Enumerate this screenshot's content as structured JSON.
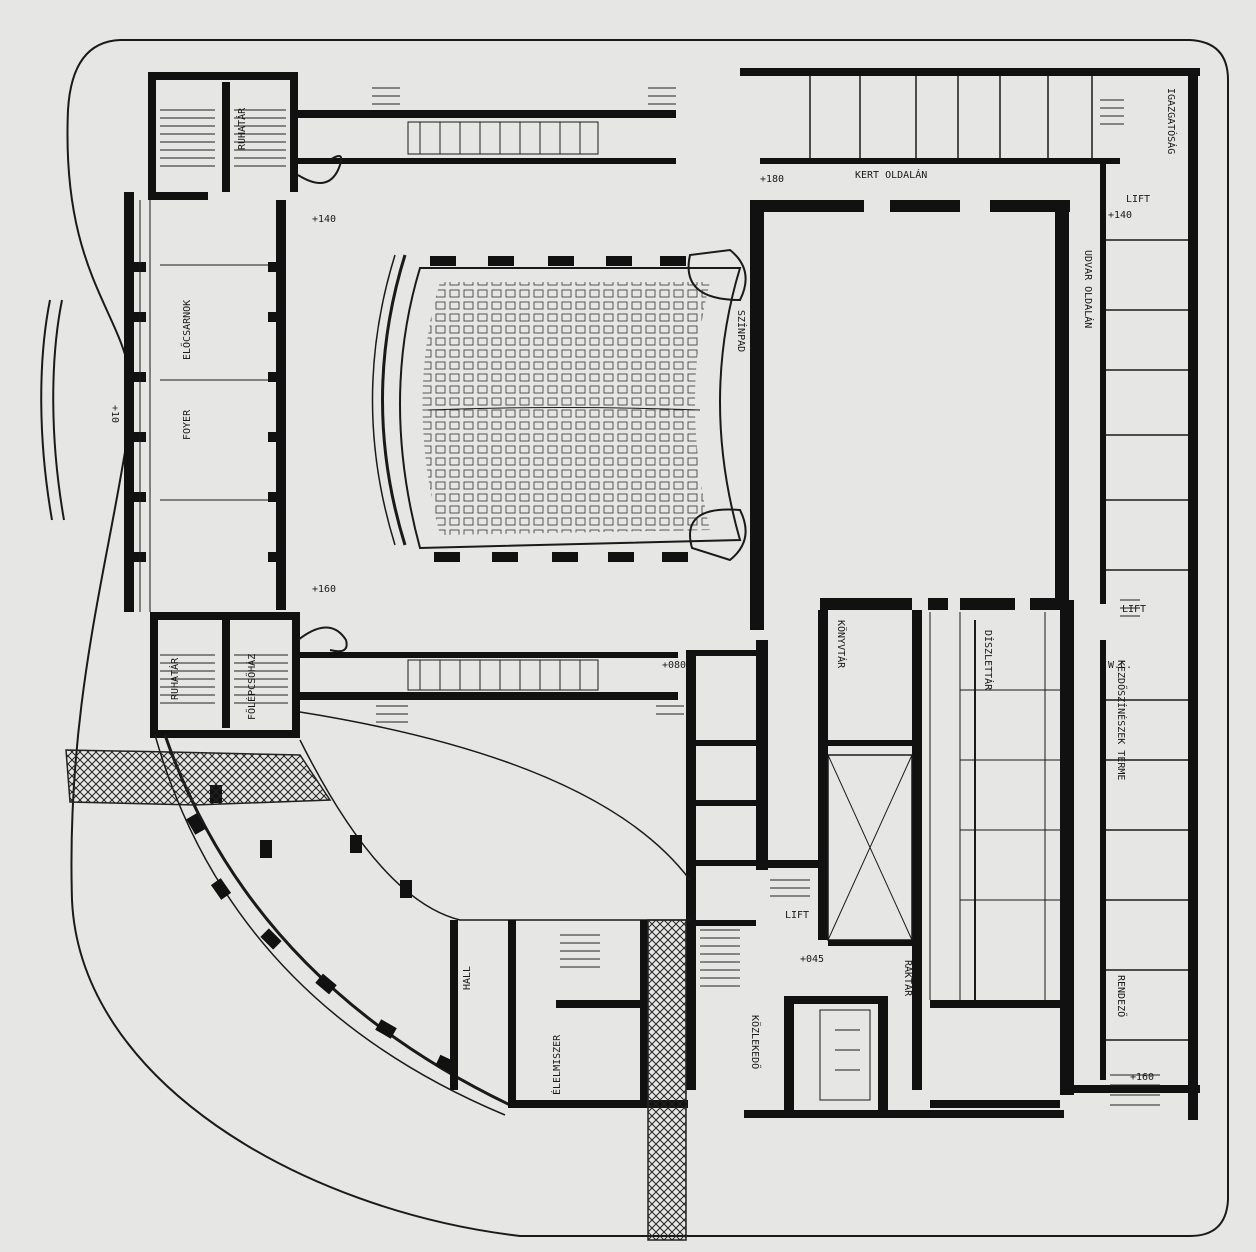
{
  "plan": {
    "room_labels": [
      {
        "id": "wing-south-corridor",
        "text": "KERT OLDALÁN",
        "rot": 0
      },
      {
        "id": "wing-east-corridor",
        "text": "UDVAR OLDALÁN",
        "rot": 90
      },
      {
        "id": "room-nw-1",
        "text": "RUHATÁR",
        "rot": -90
      },
      {
        "id": "room-nw-2",
        "text": "ELŐCSARNOK",
        "rot": -90
      },
      {
        "id": "room-nw-3",
        "text": "FOYER",
        "rot": -90
      },
      {
        "id": "room-sw-1",
        "text": "RUHATÁR",
        "rot": -90
      },
      {
        "id": "room-sw-2",
        "text": "FŐLÉPCSŐHÁZ",
        "rot": -90
      },
      {
        "id": "stage-label",
        "text": "SZÍNPAD",
        "rot": 90
      },
      {
        "id": "room-stage-1",
        "text": "KÖNYVTÁR",
        "rot": 90
      },
      {
        "id": "room-stage-2",
        "text": "DÍSZLETTÁR",
        "rot": 90
      },
      {
        "id": "room-stage-3",
        "text": "RAKTÁR",
        "rot": 90
      },
      {
        "id": "room-east-hall",
        "text": "KEZDŐSZÍNÉSZEK TERME",
        "rot": 90
      },
      {
        "id": "room-east-2",
        "text": "RENDEZŐ",
        "rot": 90
      },
      {
        "id": "room-east-3",
        "text": "IGAZGATÓSÁG",
        "rot": 90
      },
      {
        "id": "room-south-1",
        "text": "ÉLELMISZER",
        "rot": -90
      },
      {
        "id": "room-south-2",
        "text": "HALL",
        "rot": -90
      },
      {
        "id": "room-south-3",
        "text": "KÖZLEKEDŐ",
        "rot": 90
      },
      {
        "id": "room-lift-1",
        "text": "LIFT",
        "rot": 0
      },
      {
        "id": "room-lift-2",
        "text": "LIFT",
        "rot": 0
      },
      {
        "id": "room-lift-3",
        "text": "LIFT",
        "rot": 0
      },
      {
        "id": "room-wc",
        "text": "W.C.",
        "rot": 0
      }
    ],
    "level_marks": [
      "+10",
      "+140",
      "+140",
      "+180",
      "+160",
      "+160",
      "+045",
      "+080"
    ]
  }
}
